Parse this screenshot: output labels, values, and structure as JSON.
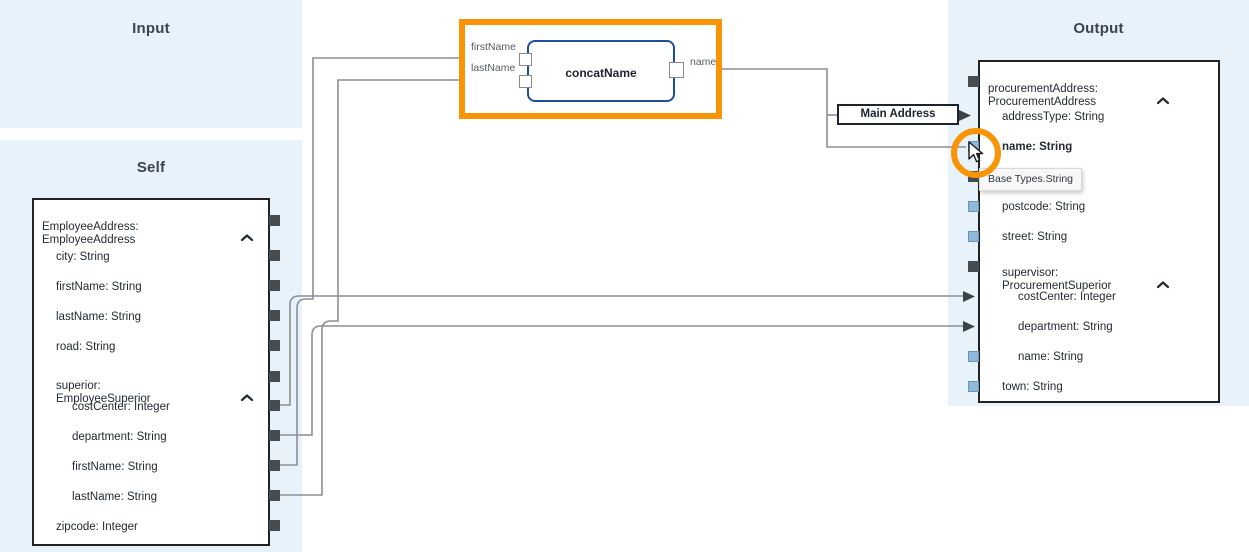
{
  "zones": {
    "input": {
      "title": "Input"
    },
    "self": {
      "title": "Self"
    },
    "output": {
      "title": "Output"
    }
  },
  "self_structure": {
    "header": "EmployeeAddress:\nEmployeeAddress",
    "fields": [
      {
        "label": "city: String",
        "level": 1,
        "port": "dark"
      },
      {
        "label": "firstName: String",
        "level": 1,
        "port": "dark"
      },
      {
        "label": "lastName: String",
        "level": 1,
        "port": "dark"
      },
      {
        "label": "road: String",
        "level": 1,
        "port": "dark"
      },
      {
        "label": "superior:\nEmployeeSuperior",
        "level": 1,
        "port": "dark",
        "collapsible": true
      },
      {
        "label": "costCenter: Integer",
        "level": 2,
        "port": "dark"
      },
      {
        "label": "department: String",
        "level": 2,
        "port": "dark"
      },
      {
        "label": "firstName: String",
        "level": 2,
        "port": "dark"
      },
      {
        "label": "lastName: String",
        "level": 2,
        "port": "dark"
      },
      {
        "label": "zipcode: Integer",
        "level": 1,
        "port": "dark"
      }
    ]
  },
  "output_structure": {
    "header": "procurementAddress:\nProcurementAddress",
    "fields": [
      {
        "label": "addressType: String",
        "level": 1,
        "port": "arrow"
      },
      {
        "label": "name: String",
        "level": 1,
        "port": "blue",
        "bold": true
      },
      {
        "label": "postcode: String",
        "level": 1,
        "port": "blue"
      },
      {
        "label": "street: String",
        "level": 1,
        "port": "blue"
      },
      {
        "label": "supervisor:\nProcurementSuperior",
        "level": 1,
        "port": "dark",
        "collapsible": true
      },
      {
        "label": "costCenter: Integer",
        "level": 2,
        "port": "arrow"
      },
      {
        "label": "department: String",
        "level": 2,
        "port": "arrow"
      },
      {
        "label": "name: String",
        "level": 2,
        "port": "blue"
      },
      {
        "label": "town: String",
        "level": 1,
        "port": "blue"
      }
    ]
  },
  "function_node": {
    "name": "concatName",
    "input_pins": [
      "firstName",
      "lastName"
    ],
    "output_pins": [
      "name"
    ],
    "highlighted": true
  },
  "labels": {
    "main_address": "Main Address"
  },
  "tooltip": {
    "text": "Base Types.String"
  },
  "colors": {
    "zone_background": "#e8f2fa",
    "highlight_orange": "#f99406",
    "node_border_blue": "#1c4fa0",
    "port_dark": "#474c51",
    "port_blue": "#8fb8dd",
    "wire_gray": "#8a8f95"
  }
}
